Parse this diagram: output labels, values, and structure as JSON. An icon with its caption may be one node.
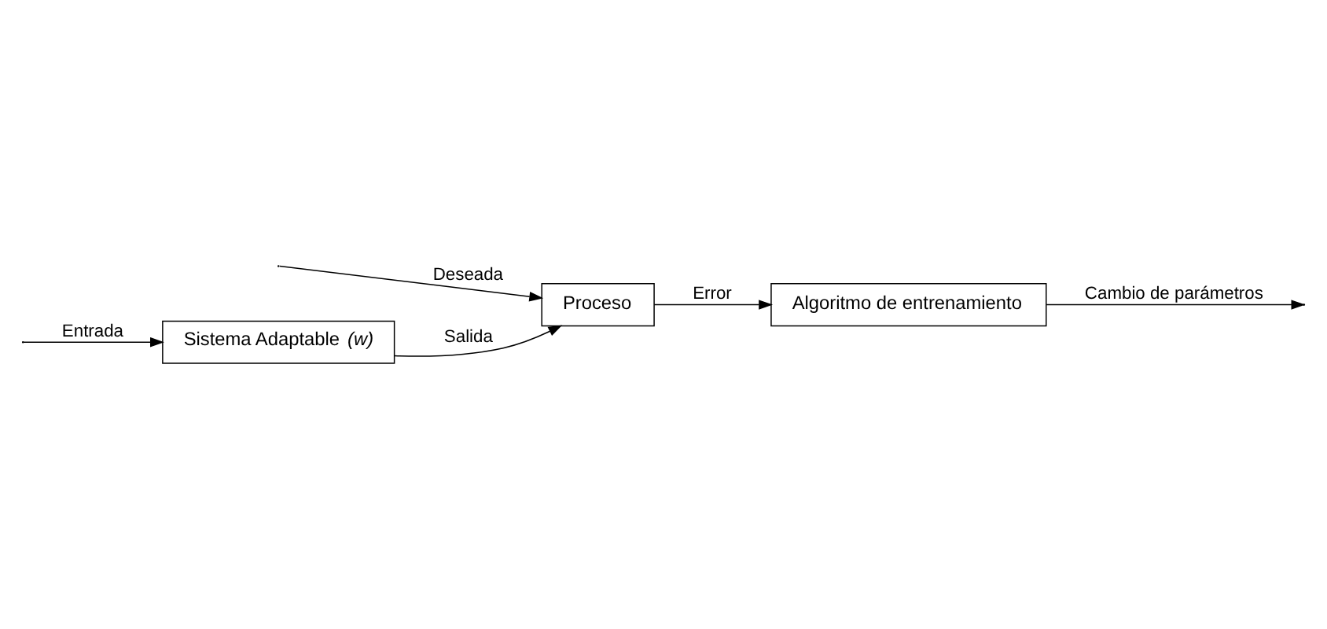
{
  "diagram": {
    "nodes": [
      {
        "text": [
          "Sistema Adaptable *(w)*"
        ]
      },
      {
        "text": [
          "Proceso"
        ]
      },
      {
        "text": [
          "Algoritmo de entrenamiento"
        ]
      }
    ],
    "edges": [
      {
        "from": null,
        "to": 0,
        "arrow": "to",
        "label": "Entrada"
      },
      {
        "from": 0,
        "to": 1,
        "arrow": "to",
        "label": "Salida"
      },
      {
        "from": null,
        "to": 1,
        "arrow": "to",
        "label": "Deseada"
      },
      {
        "from": 1,
        "to": 2,
        "arrow": "to",
        "label": "Error"
      },
      {
        "from": 2,
        "to": null,
        "arrow": "to",
        "label": "Cambio de parámetros"
      }
    ]
  }
}
